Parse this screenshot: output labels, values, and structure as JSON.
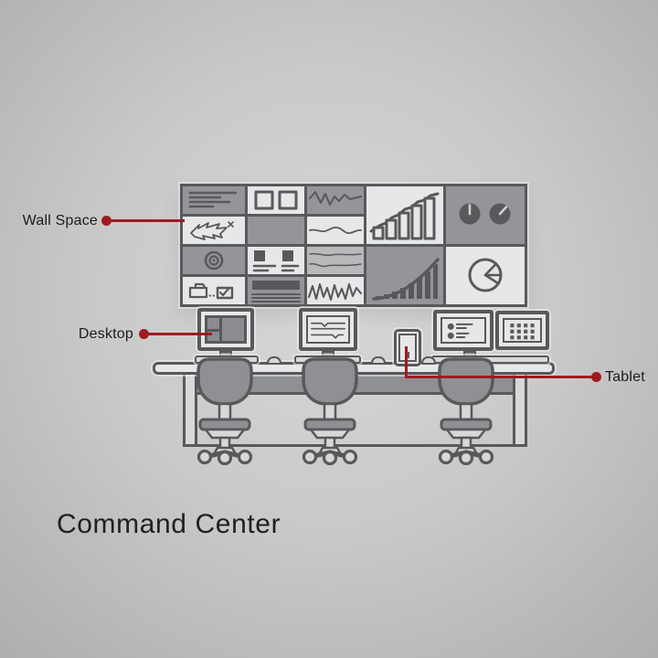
{
  "title": {
    "text": "Command Center"
  },
  "callouts": {
    "wall_space": {
      "label": "Wall Space"
    },
    "desktop": {
      "label": "Desktop"
    },
    "tablet": {
      "label": "Tablet"
    }
  },
  "colors": {
    "accent_red": "#9e1c1f",
    "outline": "#58595b",
    "tile_dark": "#939598",
    "tile_mid": "#b7b9bb",
    "tile_light": "#e6e7e8",
    "furniture_mid": "#8e9093",
    "furniture_light": "#d7d8d9",
    "screen_block": "#8a8c8f",
    "background_center": "#d7d7d7",
    "background_edge": "#a8a8a8",
    "title_color": "#202020",
    "label_color": "#1c1c1c"
  },
  "wall": {
    "tiles": [
      {
        "icon": "report-lines-icon"
      },
      {
        "icon": "two-windows-icon"
      },
      {
        "icon": "jagged-line-chart-icon"
      },
      {
        "icon": "sketch-arrows-icon"
      },
      {
        "icon": "blank-panel"
      },
      {
        "icon": "smooth-line-chart-icon"
      },
      {
        "icon": "target-icon"
      },
      {
        "icon": "profile-cards-icon"
      },
      {
        "icon": "double-wave-chart-icon"
      },
      {
        "icon": "folder-task-icon"
      },
      {
        "icon": "text-block-icon"
      },
      {
        "icon": "ecg-line-chart-icon"
      },
      {
        "icon": "rising-bar-chart-icon"
      },
      {
        "icon": "gauges-icon"
      },
      {
        "icon": "area-ramp-chart-icon"
      },
      {
        "icon": "pie-chart-icon"
      }
    ]
  },
  "desk": {
    "chairs": 3,
    "workstations": [
      {
        "monitor_screen": "window-layout-screen"
      },
      {
        "monitor_screen": "checklist-screen"
      },
      {
        "monitor_screens": [
          "contact-list-screen",
          "keypad-screen"
        ]
      }
    ],
    "tablet": "tablet-device"
  }
}
